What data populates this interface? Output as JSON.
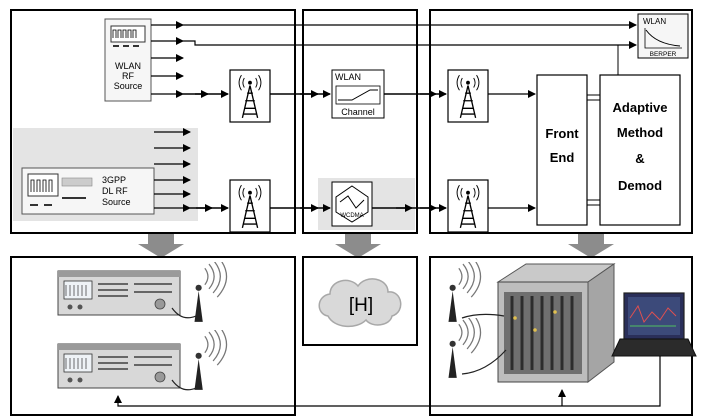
{
  "wlan_source": {
    "lines": [
      "WLAN",
      "RF",
      "Source"
    ]
  },
  "gpp_source": {
    "lines": [
      "3GPP",
      "DL RF",
      "Source"
    ]
  },
  "wlan_channel": {
    "title": "WLAN",
    "label": "Channel"
  },
  "wcdma_channel": {
    "label": "WCDMA"
  },
  "front_end": {
    "lines": [
      "Front",
      "End"
    ]
  },
  "adaptive": {
    "lines": [
      "Adaptive",
      "Method",
      "&",
      "Demod"
    ]
  },
  "berper": {
    "title": "WLAN",
    "label": "BERPER"
  },
  "channel_cloud": {
    "label": "[H]"
  },
  "colors": {
    "frame": "#000000",
    "shade": "#e4e4e4",
    "cloud": "#d9d9d9",
    "down_arrow": "#8c8c8c",
    "screen": "#2a2f5a"
  }
}
